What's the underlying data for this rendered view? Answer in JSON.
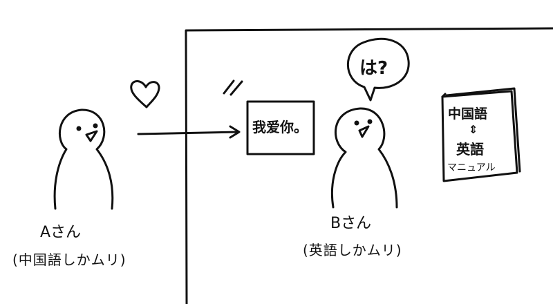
{
  "person_a": {
    "name": "Aさん",
    "language_note": "(中国語しかムリ)"
  },
  "person_b": {
    "name": "Bさん",
    "language_note": "(英語しかムリ)"
  },
  "speech_bubble": {
    "text": "は?"
  },
  "note_card": {
    "text": "我爱你。"
  },
  "manual_book": {
    "line1": "中国語",
    "line2": "⇕",
    "line3": "英語",
    "line4": "マニュアル"
  },
  "icons": {
    "heart": "heart-icon",
    "motion": "motion-lines-icon",
    "arrow": "arrow-right-icon"
  },
  "colors": {
    "ink": "#111111",
    "paper": "#ffffff"
  }
}
